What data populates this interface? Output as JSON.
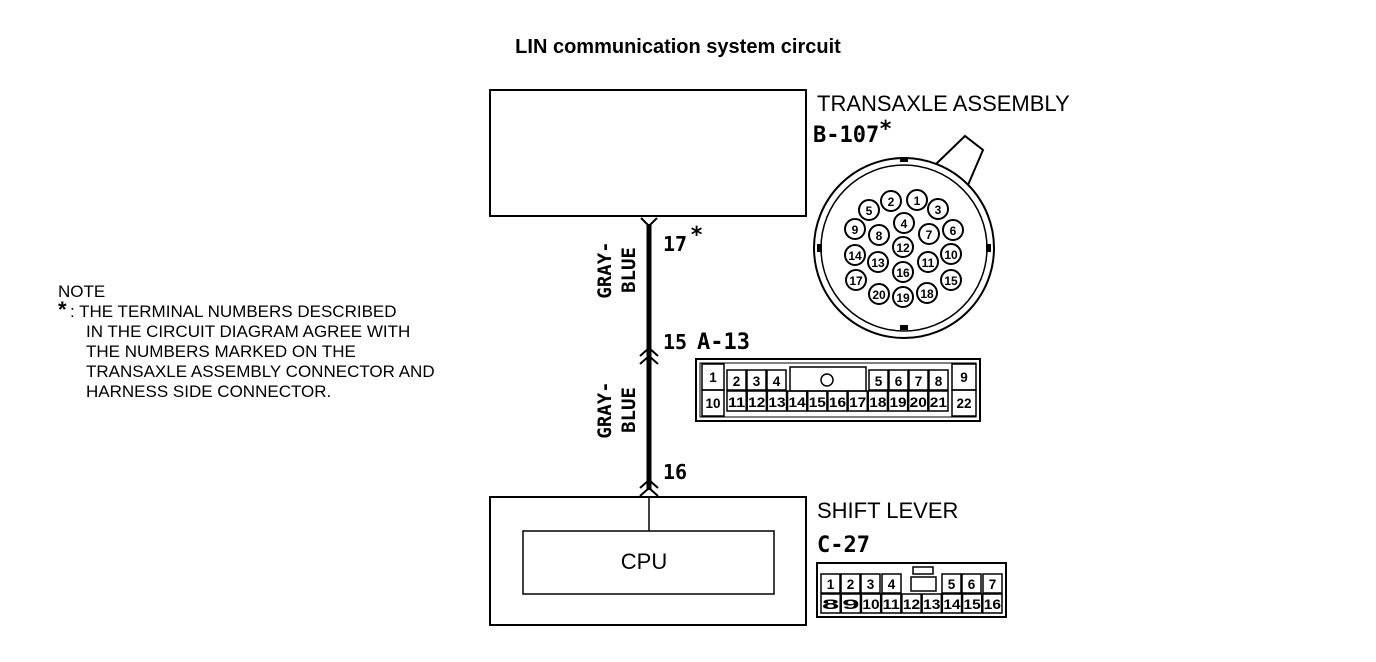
{
  "title": "LIN communication system circuit",
  "transaxle": {
    "name": "TRANSAXLE ASSEMBLY",
    "connector": "B-107",
    "asterisk": "*",
    "terminal": "17",
    "terminal_mark": "*",
    "round_pins": [
      "1",
      "2",
      "3",
      "4",
      "5",
      "6",
      "7",
      "8",
      "9",
      "10",
      "11",
      "12",
      "13",
      "14",
      "15",
      "16",
      "17",
      "18",
      "19",
      "20"
    ]
  },
  "wire_upper": {
    "line1": "GRAY-",
    "line2": "BLUE"
  },
  "wire_lower": {
    "line1": "GRAY-",
    "line2": "BLUE"
  },
  "junction": {
    "terminal": "15",
    "connector": "A-13",
    "top_row": [
      "1",
      "2",
      "3",
      "4",
      "5",
      "6",
      "7",
      "8",
      "9"
    ],
    "bottom_row": [
      "10",
      "11",
      "12",
      "13",
      "14",
      "15",
      "16",
      "17",
      "18",
      "19",
      "20",
      "21",
      "22"
    ]
  },
  "shift_lever": {
    "name": "SHIFT LEVER",
    "connector": "C-27",
    "terminal": "16",
    "cpu_label": "CPU",
    "top_row": [
      "1",
      "2",
      "3",
      "4",
      "5",
      "6",
      "7"
    ],
    "bottom_row": [
      "8",
      "9",
      "10",
      "11",
      "12",
      "13",
      "14",
      "15",
      "16"
    ]
  },
  "note": {
    "heading": "NOTE",
    "marker": "*",
    "lines": [
      ": THE TERMINAL NUMBERS DESCRIBED",
      "IN THE CIRCUIT DIAGRAM AGREE WITH",
      "THE NUMBERS MARKED ON THE",
      "TRANSAXLE ASSEMBLY CONNECTOR AND",
      "HARNESS SIDE CONNECTOR."
    ]
  }
}
